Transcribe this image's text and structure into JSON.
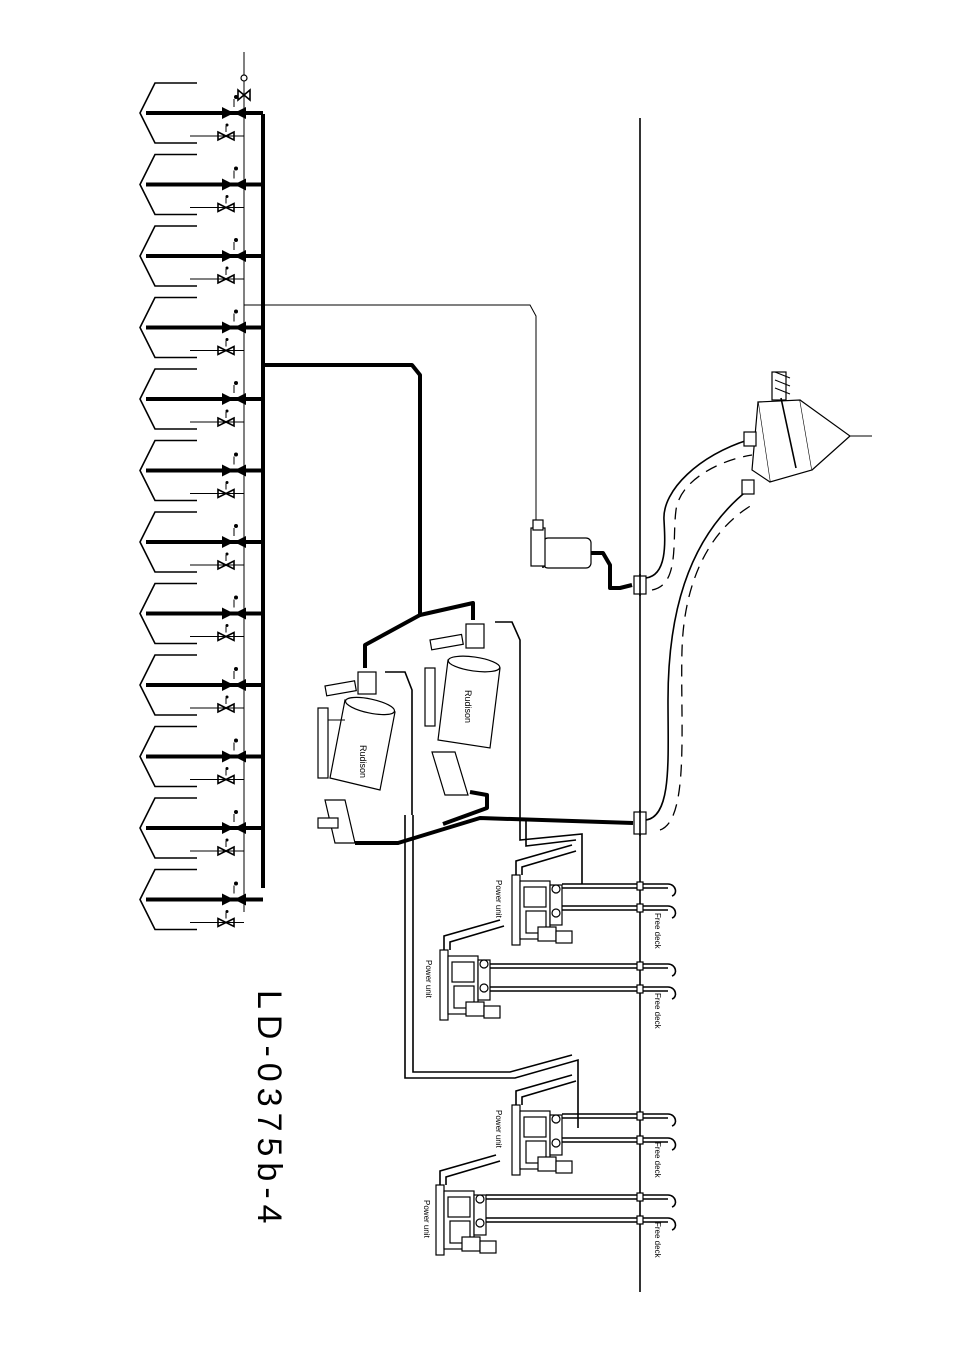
{
  "drawing": {
    "number": "LD-0375b-4",
    "tank_count": 12,
    "unit_label": "Power unit",
    "deck_label": "Free deck",
    "separator_brand": "Rudison"
  },
  "colors": {
    "line": "#000000",
    "background": "#ffffff"
  }
}
